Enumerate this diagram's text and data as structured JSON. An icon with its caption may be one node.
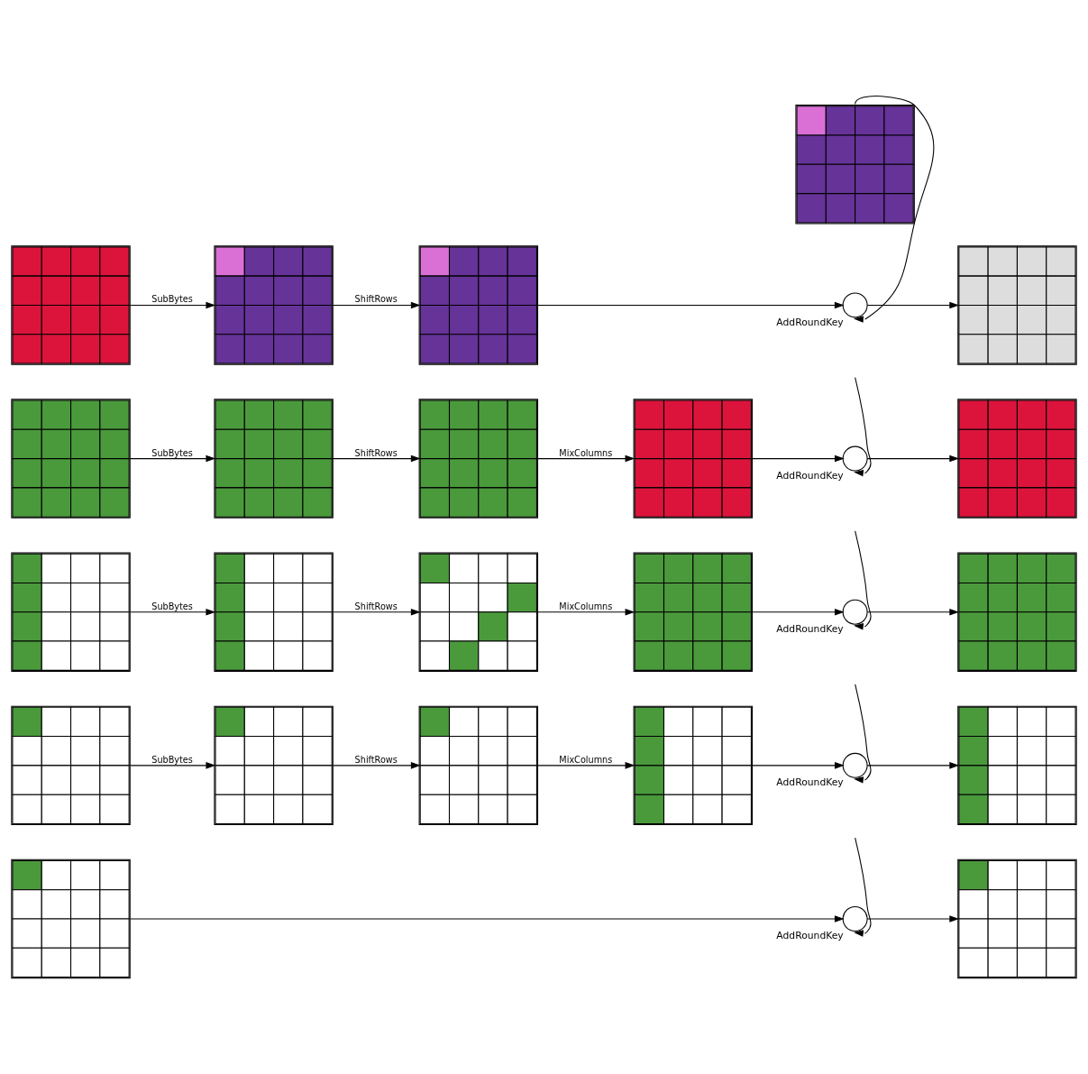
{
  "diagram": {
    "nodes": [
      {
        "text": [],
        "shape": "box"
      },
      {
        "text": [],
        "shape": "circle",
        "beside": [
          "AddRoundKey"
        ]
      },
      {
        "text": [],
        "shape": "box"
      },
      {
        "text": [],
        "shape": "box"
      },
      {
        "text": [],
        "shape": "box"
      },
      {
        "text": [],
        "shape": "box"
      },
      {
        "text": [],
        "shape": "box"
      },
      {
        "text": [],
        "shape": "circle",
        "beside": [
          "AddRoundKey"
        ]
      },
      {
        "text": [],
        "shape": "box"
      },
      {
        "text": [],
        "shape": "box"
      },
      {
        "text": [],
        "shape": "box"
      },
      {
        "text": [],
        "shape": "box"
      },
      {
        "text": [],
        "shape": "box"
      },
      {
        "text": [],
        "shape": "circle",
        "beside": [
          "AddRoundKey"
        ]
      },
      {
        "text": [],
        "shape": "box"
      },
      {
        "text": [],
        "shape": "box"
      },
      {
        "text": [],
        "shape": "box"
      },
      {
        "text": [],
        "shape": "box"
      },
      {
        "text": [],
        "shape": "box"
      },
      {
        "text": [],
        "shape": "circle",
        "beside": [
          "AddRoundKey"
        ]
      },
      {
        "text": [],
        "shape": "box"
      },
      {
        "text": [],
        "shape": "box"
      },
      {
        "text": [],
        "shape": "box"
      },
      {
        "text": [],
        "shape": "box"
      },
      {
        "text": [],
        "shape": "circle",
        "beside": [
          "AddRoundKey"
        ]
      },
      {
        "text": [],
        "shape": "box"
      },
      {
        "text": [],
        "shape": "box"
      }
    ],
    "edges": [
      {
        "from": 0,
        "to": 1,
        "arrow": "to"
      },
      {
        "from": 1,
        "to": 2,
        "arrow": "to"
      },
      {
        "from": null,
        "to": 1,
        "arrow": "to"
      },
      {
        "from": 3,
        "to": 4,
        "arrow": "to",
        "label": "SubBytes"
      },
      {
        "from": 4,
        "to": 5,
        "arrow": "to",
        "label": "ShiftRows"
      },
      {
        "from": 5,
        "to": 6,
        "arrow": "to",
        "label": "MixColumns"
      },
      {
        "from": 6,
        "to": 7,
        "arrow": "to"
      },
      {
        "from": 7,
        "to": 8,
        "arrow": "to"
      },
      {
        "from": null,
        "to": 7,
        "arrow": "to"
      },
      {
        "from": 9,
        "to": 10,
        "arrow": "to",
        "label": "SubBytes"
      },
      {
        "from": 10,
        "to": 11,
        "arrow": "to",
        "label": "ShiftRows"
      },
      {
        "from": 11,
        "to": 12,
        "arrow": "to",
        "label": "MixColumns"
      },
      {
        "from": 12,
        "to": 13,
        "arrow": "to"
      },
      {
        "from": 13,
        "to": 14,
        "arrow": "to"
      },
      {
        "from": null,
        "to": 13,
        "arrow": "to"
      },
      {
        "from": 15,
        "to": 16,
        "arrow": "to",
        "label": "SubBytes"
      },
      {
        "from": 16,
        "to": 17,
        "arrow": "to",
        "label": "ShiftRows"
      },
      {
        "from": 17,
        "to": 18,
        "arrow": "to",
        "label": "MixColumns"
      },
      {
        "from": 18,
        "to": 19,
        "arrow": "to"
      },
      {
        "from": 19,
        "to": 20,
        "arrow": "to"
      },
      {
        "from": null,
        "to": 19,
        "arrow": "to"
      },
      {
        "from": 21,
        "to": 22,
        "arrow": "to",
        "label": "SubBytes"
      },
      {
        "from": 22,
        "to": 23,
        "arrow": "to",
        "label": "ShiftRows"
      },
      {
        "from": 23,
        "to": 24,
        "arrow": "to"
      },
      {
        "from": 24,
        "to": 25,
        "arrow": "to"
      },
      {
        "from": 26,
        "to": 24,
        "arrow": "to"
      }
    ]
  }
}
